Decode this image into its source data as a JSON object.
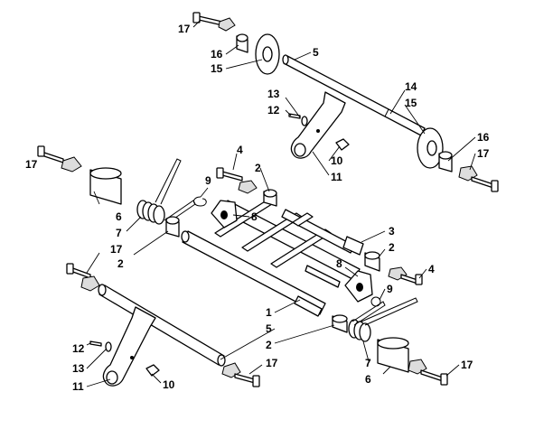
{
  "callouts": {
    "c17_top": "17",
    "c16_top": "16",
    "c15_top": "15",
    "c5_top": "5",
    "c14_right": "14",
    "c15_right": "15",
    "c13_top": "13",
    "c12_top": "12",
    "c10_top": "10",
    "c11_top": "11",
    "c16_right": "16",
    "c17_right": "17",
    "c17_left": "17",
    "c6_left": "6",
    "c7_left": "7",
    "c4_top": "4",
    "c2_top": "2",
    "c9_top": "9",
    "c8_top": "8",
    "c3_right": "3",
    "c2_right": "2",
    "c4_right": "4",
    "c8_right": "8",
    "c9_right": "9",
    "c17_mid": "17",
    "c2_left": "2",
    "c1_center": "1",
    "c5_center": "5",
    "c2_center": "2",
    "c12_bottom": "12",
    "c13_bottom": "13",
    "c11_bottom": "11",
    "c10_bottom": "10",
    "c17_bottom": "17",
    "c7_bottom": "7",
    "c6_bottom": "6",
    "c17_bottomright": "17"
  }
}
